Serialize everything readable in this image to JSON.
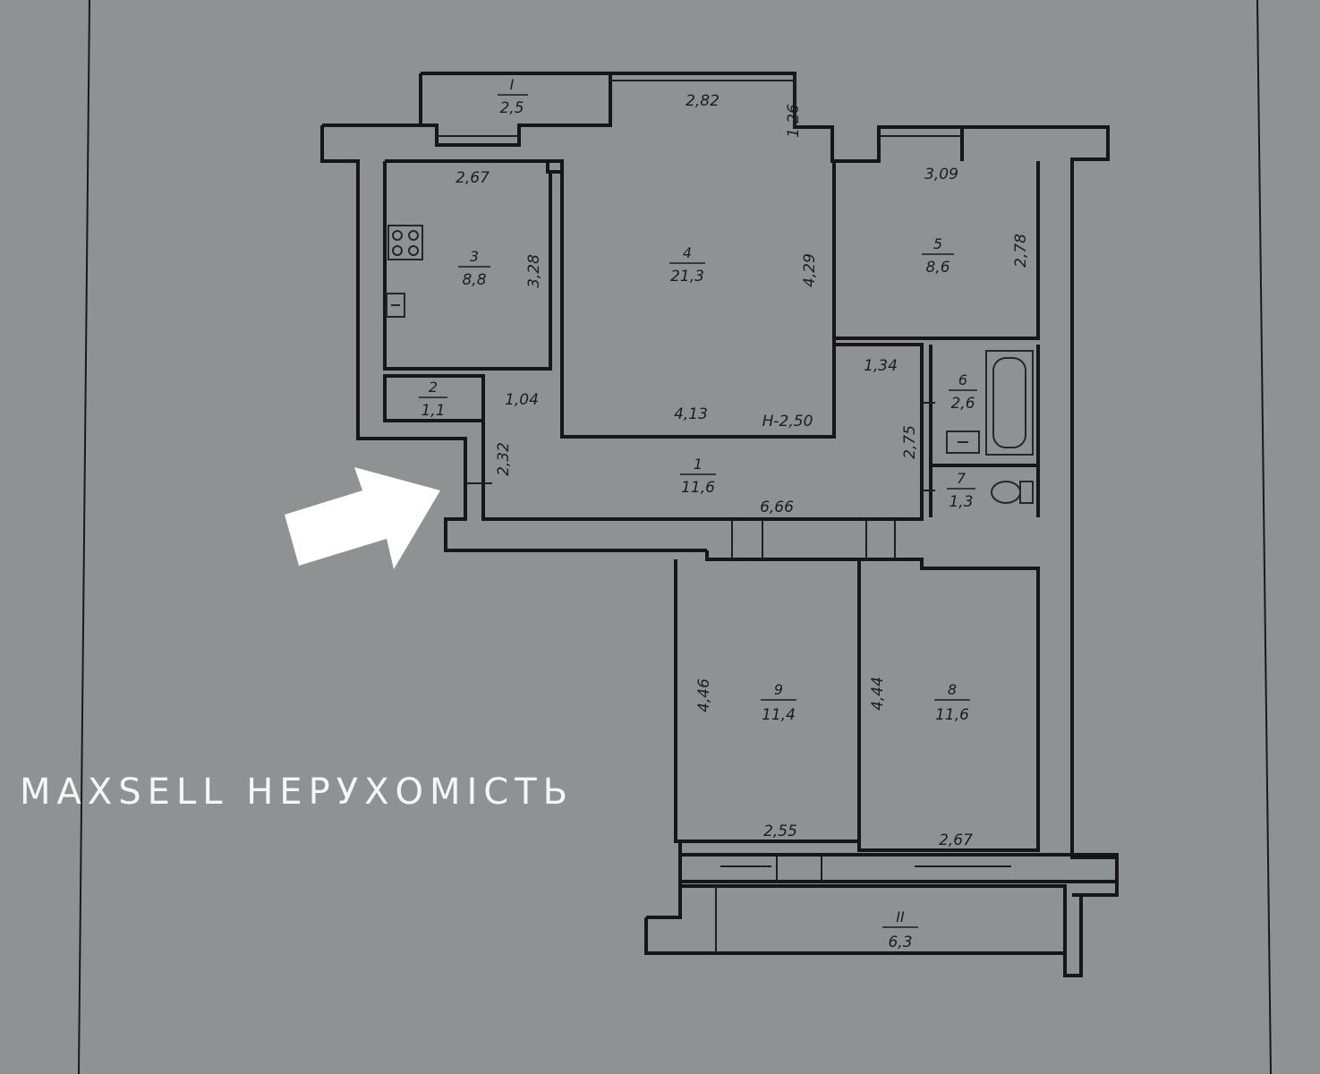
{
  "rooms": [
    {
      "id": "balcony-i",
      "number": "I",
      "area": "2,5"
    },
    {
      "id": "room-2",
      "number": "2",
      "area": "1,1"
    },
    {
      "id": "room-3",
      "number": "3",
      "area": "8,8"
    },
    {
      "id": "room-4",
      "number": "4",
      "area": "21,3"
    },
    {
      "id": "room-5",
      "number": "5",
      "area": "8,6"
    },
    {
      "id": "room-6",
      "number": "6",
      "area": "2,6"
    },
    {
      "id": "room-7",
      "number": "7",
      "area": "1,3"
    },
    {
      "id": "room-1",
      "number": "1",
      "area": "11,6"
    },
    {
      "id": "room-9",
      "number": "9",
      "area": "11,4"
    },
    {
      "id": "room-8",
      "number": "8",
      "area": "11,6"
    },
    {
      "id": "balcony-ii",
      "number": "II",
      "area": "6,3"
    }
  ],
  "dimensions": [
    "2,82",
    "1,26",
    "2,67",
    "3,09",
    "3,28",
    "4,29",
    "2,78",
    "1,34",
    "1,04",
    "4,13",
    "2,32",
    "2,75",
    "6,66",
    "4,46",
    "4,44",
    "2,55",
    "2,67"
  ],
  "ceiling_height": "Н-2,50",
  "watermark": "MAXSELL НЕРУХОМІСТЬ",
  "colors": {
    "paper": "#8f9293",
    "lines": "#161616",
    "arrow": "#ffffff"
  },
  "icons": [
    "stove-icon",
    "sink-icon",
    "bathtub-icon",
    "washbasin-icon",
    "toilet-icon",
    "entrance-arrow-icon"
  ]
}
